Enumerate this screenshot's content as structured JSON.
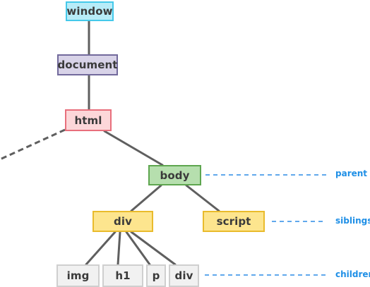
{
  "colors": {
    "window": {
      "fill": "#b8ecf8",
      "stroke": "#45c9ea"
    },
    "document": {
      "fill": "#d8d3e8",
      "stroke": "#726a9c"
    },
    "html": {
      "fill": "#fcd7d9",
      "stroke": "#e86f7c"
    },
    "body": {
      "fill": "#b6dfae",
      "stroke": "#5ea64f"
    },
    "div": {
      "fill": "#fde58e",
      "stroke": "#e9bb2c"
    },
    "script": {
      "fill": "#fde58e",
      "stroke": "#e9bb2c"
    },
    "leaf": {
      "fill": "#f1f1f1",
      "stroke": "#cfcfcf"
    },
    "edge": "#5f5f5f",
    "relation_line": "#2b8ce6",
    "relation_text": "#1f8fe6"
  },
  "nodes": {
    "window": "window",
    "document": "document",
    "html": "html",
    "body": "body",
    "div": "div",
    "script": "script",
    "img": "img",
    "h1": "h1",
    "p": "p",
    "div2": "div"
  },
  "relations": {
    "parent": "parent",
    "siblings": "siblings",
    "children": "children"
  }
}
